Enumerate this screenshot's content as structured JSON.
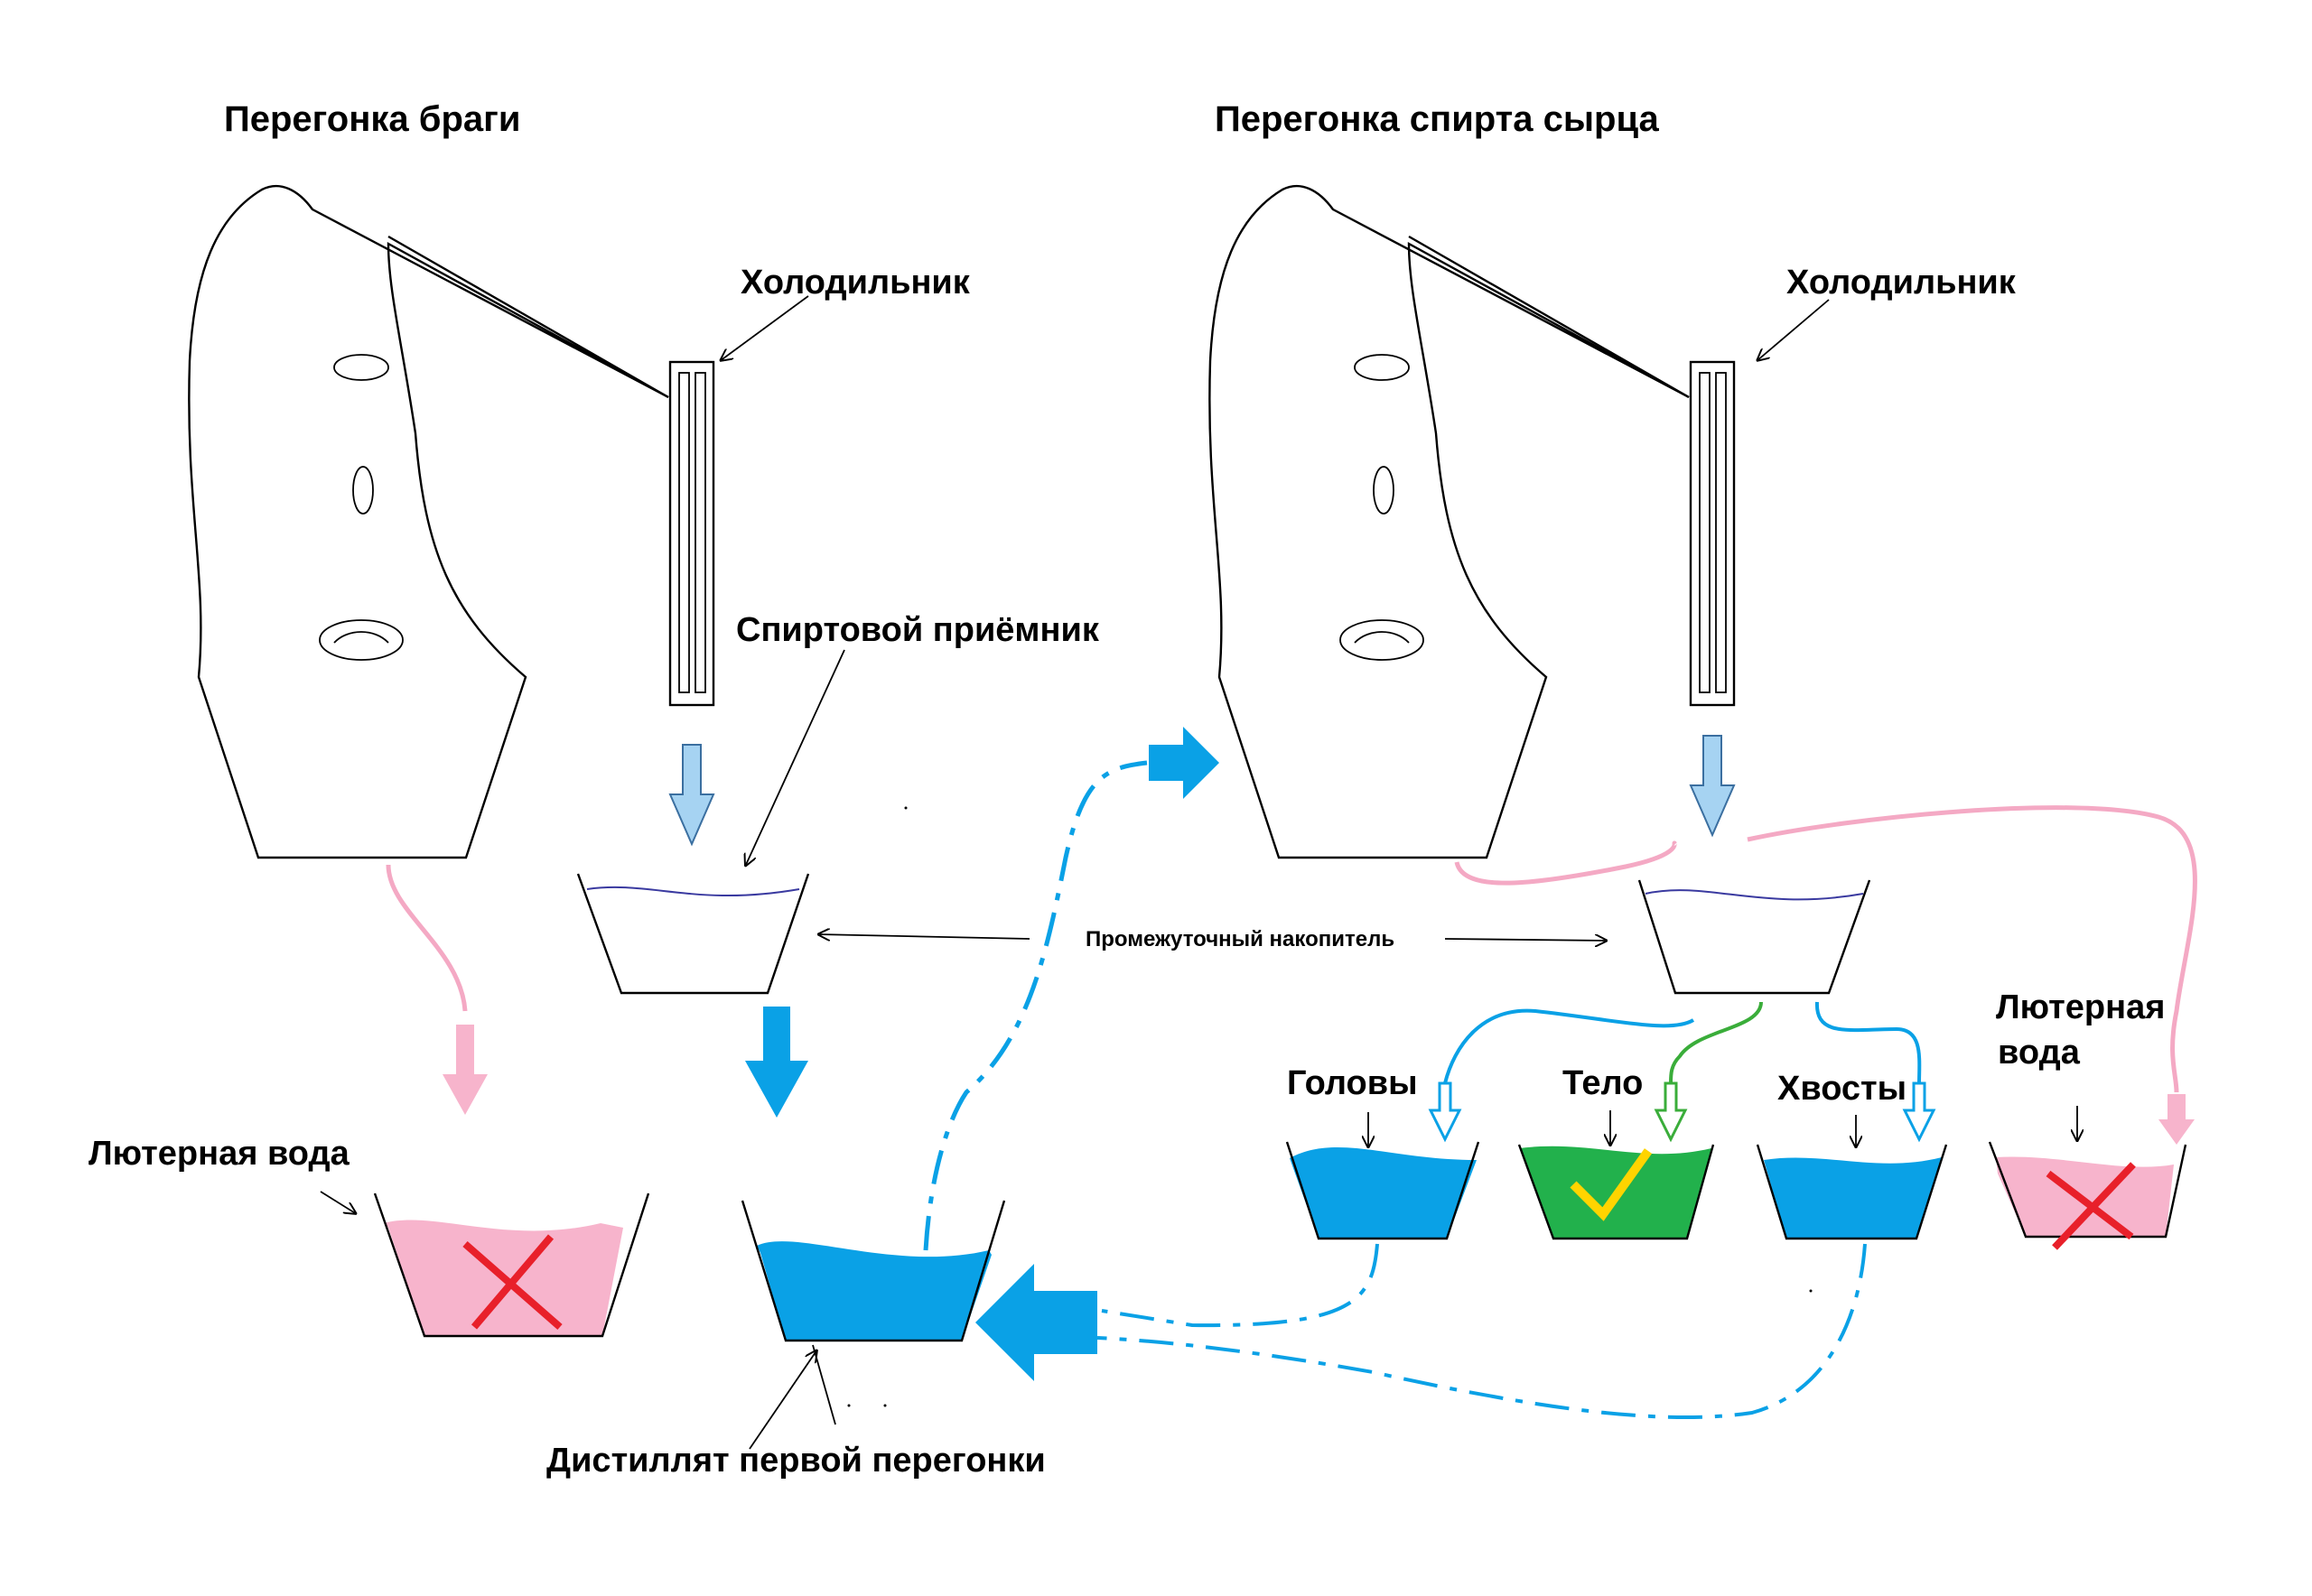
{
  "labels": {
    "title_left": "Перегонка браги",
    "title_right": "Перегонка спирта сырца",
    "cooler_left": "Холодильник",
    "cooler_right": "Холодильник",
    "receiver": "Спиртовой приёмник",
    "buffer": "Промежуточный накопитель",
    "vinasse_left": "Лютерная вода",
    "distillate": "Дистиллят первой перегонки",
    "heads": "Головы",
    "body": "Тело",
    "tails": "Хвосты",
    "vinasse_right_line1": "Лютерная",
    "vinasse_right_line2": "вода"
  },
  "colors": {
    "pink_liquid": "#f7b4cc",
    "pink_flow": "#f4a9c4",
    "blue_liquid": "#0aa1e6",
    "light_blue_arrow": "#a6d3f2",
    "green_liquid": "#22b14c",
    "check_yellow": "#ffd400",
    "cross_red": "#e8202a",
    "curve_green": "#3aad3a"
  },
  "icons": {
    "reject_mark": "cross-icon",
    "accept_mark": "check-icon"
  }
}
